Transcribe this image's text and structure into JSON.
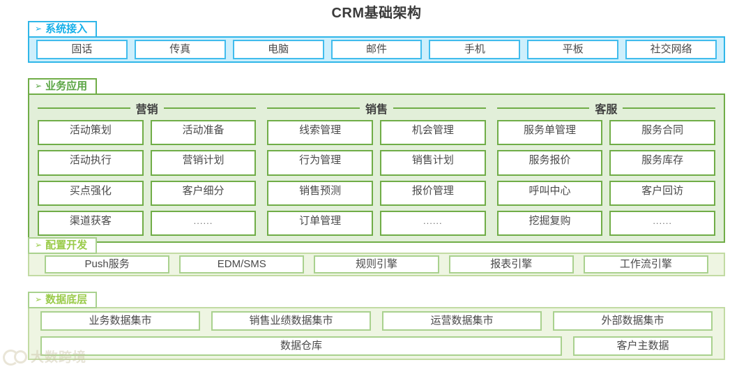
{
  "title": "CRM基础架构",
  "colors": {
    "cyan_border": "#2fb6e8",
    "cyan_fill": "#cdeffc",
    "green_border": "#70ad47",
    "green_fill": "#e2efd9",
    "yellowgreen_border": "#a9d18e",
    "yellowgreen_fill": "#eef5e2",
    "title_text": "#3a3a3a"
  },
  "sections": {
    "access": {
      "label": "系统接入",
      "arrow": "chevron-right-icon",
      "items": [
        "固话",
        "传真",
        "电脑",
        "邮件",
        "手机",
        "平板",
        "社交网络"
      ]
    },
    "business": {
      "label": "业务应用",
      "arrow": "chevron-right-icon",
      "columns": [
        {
          "title": "营销",
          "items": [
            "活动策划",
            "活动准备",
            "活动执行",
            "营销计划",
            "买点强化",
            "客户细分",
            "渠道获客",
            "......"
          ]
        },
        {
          "title": "销售",
          "items": [
            "线索管理",
            "机会管理",
            "行为管理",
            "销售计划",
            "销售预测",
            "报价管理",
            "订单管理",
            "......"
          ]
        },
        {
          "title": "客服",
          "items": [
            "服务单管理",
            "服务合同",
            "服务报价",
            "服务库存",
            "呼叫中心",
            "客户回访",
            "挖掘复购",
            "......"
          ]
        }
      ]
    },
    "config": {
      "label": "配置开发",
      "arrow": "chevron-right-icon",
      "items": [
        "Push服务",
        "EDM/SMS",
        "规则引擎",
        "报表引擎",
        "工作流引擎"
      ]
    },
    "data": {
      "label": "数据底层",
      "arrow": "chevron-right-icon",
      "row1": [
        "业务数据集市",
        "销售业绩数据集市",
        "运营数据集市",
        "外部数据集市"
      ],
      "row2": [
        "数据仓库",
        "客户主数据"
      ]
    }
  },
  "watermark": {
    "text": "大数跨境"
  },
  "glyphs": {
    "arrow": "➢"
  }
}
